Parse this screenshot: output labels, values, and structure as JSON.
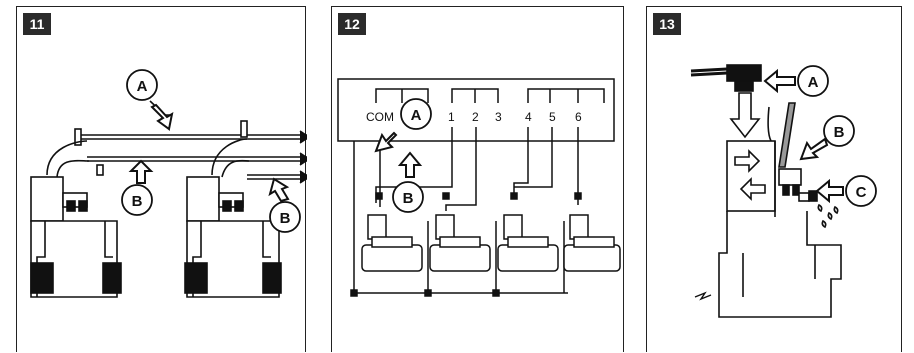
{
  "panels": [
    {
      "number": "11",
      "callouts": [
        "A",
        "B",
        "B"
      ]
    },
    {
      "number": "12",
      "terminals": [
        "COM",
        "1",
        "2",
        "3",
        "4",
        "5",
        "6"
      ],
      "callouts": [
        "A",
        "B"
      ]
    },
    {
      "number": "13",
      "callouts": [
        "A",
        "B",
        "C"
      ]
    }
  ]
}
